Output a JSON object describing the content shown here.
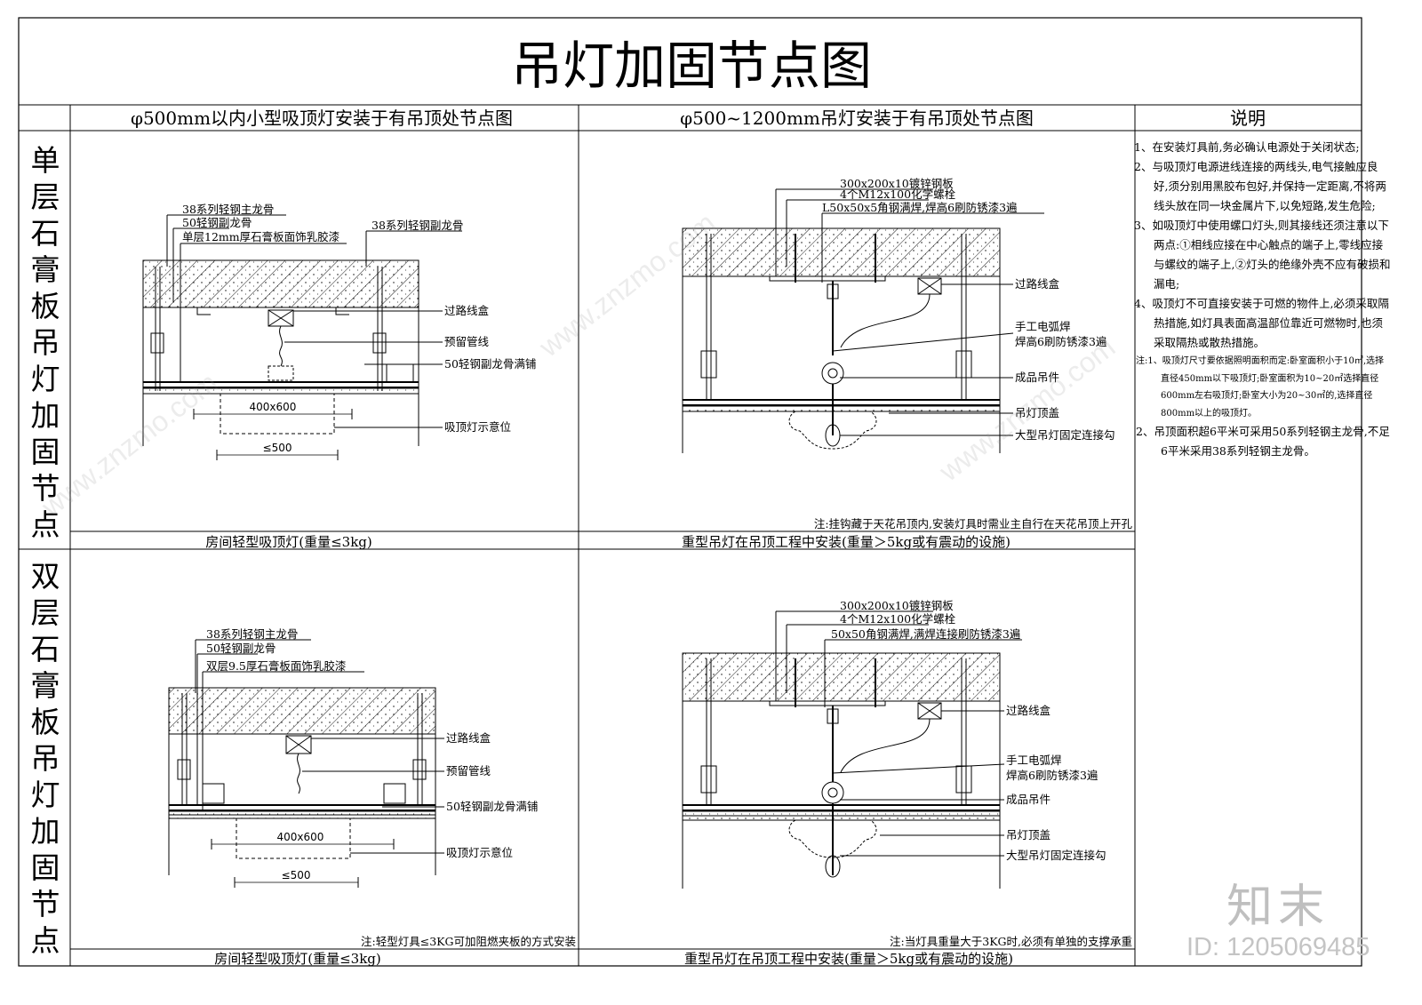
{
  "title": "吊灯加固节点图",
  "headers": {
    "left": "φ500mm以内小型吸顶灯安装于有吊顶处节点图",
    "middle": "φ500~1200mm吊灯安装于有吊顶处节点图",
    "right": "说明"
  },
  "row_labels": {
    "single": [
      "单",
      "层",
      "石",
      "膏",
      "板",
      "吊",
      "灯",
      "加",
      "固",
      "节",
      "点"
    ],
    "double": [
      "双",
      "层",
      "石",
      "膏",
      "板",
      "吊",
      "灯",
      "加",
      "固",
      "节",
      "点"
    ]
  },
  "d1": {
    "l1": "38系列轻钢主龙骨",
    "l2": "50轻钢副龙骨",
    "l3": "单层12mm厚石膏板面饰乳胶漆",
    "l4": "38系列轻钢副龙骨",
    "r1": "过路线盒",
    "r2": "预留管线",
    "r3": "50轻钢副龙骨满铺",
    "r4": "吸顶灯示意位",
    "dim1": "400x600",
    "dim2": "≤500",
    "caption": "房间轻型吸顶灯(重量≤3kg)"
  },
  "d2": {
    "t1": "300x200x10镀锌钢板",
    "t2": "4个M12x100化学螺栓",
    "t3": "L50x50x5角钢满焊,焊高6刷防锈漆3遍",
    "r1": "过路线盒",
    "r2a": "手工电弧焊",
    "r2b": "焊高6刷防锈漆3遍",
    "r3": "成品吊件",
    "r4": "吊灯顶盖",
    "r5": "大型吊灯固定连接勾",
    "note": "注:挂钩藏于天花吊顶内,安装灯具时需业主自行在天花吊顶上开孔",
    "caption": "重型吊灯在吊顶工程中安装(重量＞5kg或有震动的设施)"
  },
  "d3": {
    "l1": "38系列轻钢主龙骨",
    "l2": "50轻钢副龙骨",
    "l3": "双层9.5厚石膏板面饰乳胶漆",
    "r1": "过路线盒",
    "r2": "预留管线",
    "r3": "50轻钢副龙骨满铺",
    "r4": "吸顶灯示意位",
    "dim1": "400x600",
    "dim2": "≤500",
    "note": "注:轻型灯具≤3KG可加阻燃夹板的方式安装",
    "caption": "房间轻型吸顶灯(重量≤3kg)"
  },
  "d4": {
    "t1": "300x200x10镀锌钢板",
    "t2": "4个M12x100化学螺栓",
    "t3": "50x50角钢满焊,满焊连接刷防锈漆3遍",
    "r1": "过路线盒",
    "r2a": "手工电弧焊",
    "r2b": "焊高6刷防锈漆3遍",
    "r3": "成品吊件",
    "r4": "吊灯顶盖",
    "r5": "大型吊灯固定连接勾",
    "note": "注:当灯具重量大于3KG时,必须有单独的支撑承重",
    "caption": "重型吊灯在吊顶工程中安装(重量＞5kg或有震动的设施)"
  },
  "notes": {
    "n1": "1、在安装灯具前,务必确认电源处于关闭状态;",
    "n2": "2、与吸顶灯电源进线连接的两线头,电气接触应良好,须分别用黑胶布包好,并保持一定距离,不将两线头放在同一块金属片下,以免短路,发生危险;",
    "n3": "3、如吸顶灯中使用螺口灯头,则其接线还须注意以下两点:①相线应接在中心触点的端子上,零线应接与螺纹的端子上,②灯头的绝缘外壳不应有破损和漏电;",
    "n4": "4、吸顶灯不可直接安装于可燃的物件上,必须采取隔热措施,如灯具表面高温部位靠近可燃物时,也须采取隔热或散热措施。",
    "z1": "注:1、吸顶灯尺寸要依据照明面积而定:卧室面积小于10㎡,选择直径450mm以下吸顶灯;卧室面积为10~20㎡选择直径600mm左右吸顶灯;卧室大小为20~30㎡的,选择直径800mm以上的吸顶灯。",
    "z2": "2、吊顶面积超6平米可采用50系列轻钢主龙骨,不足6平米采用38系列轻钢主龙骨。"
  },
  "watermark": {
    "logo": "知末",
    "id": "ID: 1205069485",
    "site": "www.znzmo.com"
  }
}
